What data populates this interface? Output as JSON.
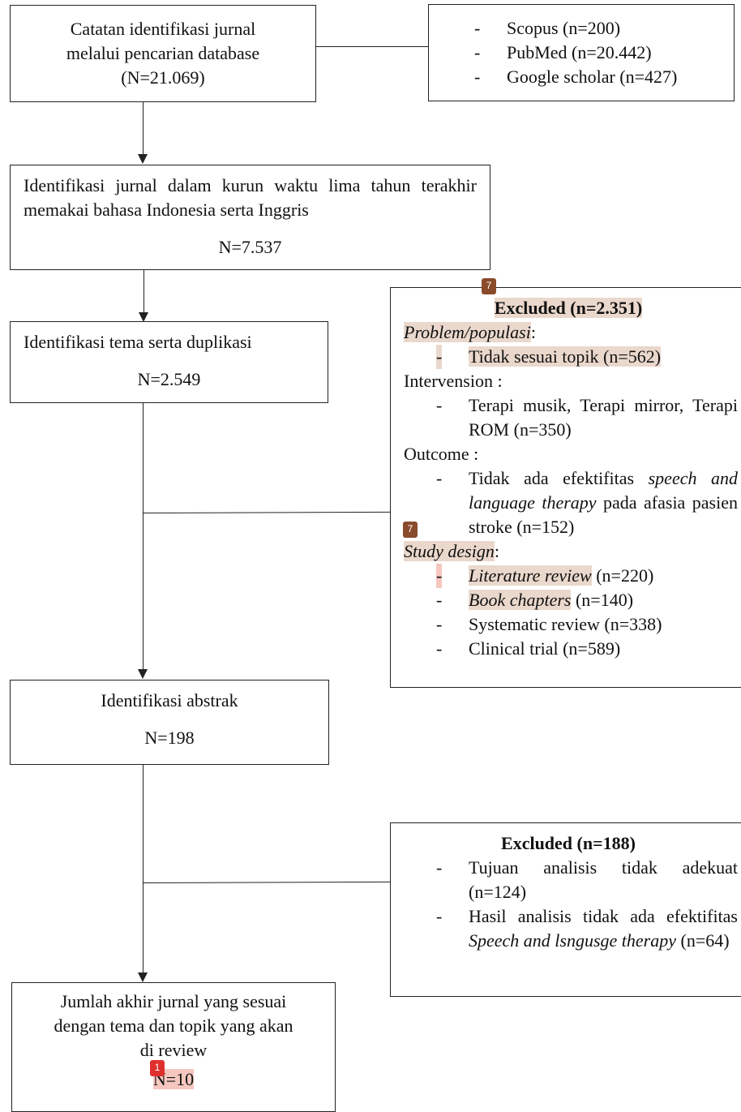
{
  "box1": {
    "line1": "Catatan identifikasi jurnal",
    "line2": "melalui pencarian database",
    "line3": "(N=21.069)"
  },
  "sources": [
    {
      "dash": "-",
      "label": "Scopus (n=200)"
    },
    {
      "dash": "-",
      "label": "PubMed (n=20.442)"
    },
    {
      "dash": "-",
      "label": "Google scholar (n=427)"
    }
  ],
  "box2": {
    "text": "Identifikasi jurnal dalam kurun waktu lima tahun terakhir memakai bahasa Indonesia serta Inggris",
    "count": "N=7.537"
  },
  "box3": {
    "text": "Identifikasi tema serta duplikasi",
    "count": "N=2.549"
  },
  "excluded1": {
    "title": "Excluded (n=2.351)",
    "problem_label": "Problem/populasi",
    "problem_colon": ":",
    "problem_item": "Tidak sesuai topik (n=562)",
    "intervention_label": "Intervension :",
    "intervention_item": "Terapi musik, Terapi mirror, Terapi ROM (n=350)",
    "outcome_label": "Outcome :",
    "outcome_pre": "Tidak ada efektifitas ",
    "outcome_em": "speech and language therapy",
    "outcome_post": " pada afasia pasien stroke (n=152)",
    "design_label": "Study design",
    "design_colon": ":",
    "design_items": [
      {
        "em": "Literature review",
        "rest": " (n=220)"
      },
      {
        "em": "Book chapters",
        "rest": " (n=140)"
      },
      {
        "em": "",
        "rest": "Systematic review (n=338)"
      },
      {
        "em": "",
        "rest": "Clinical trial (n=589)"
      }
    ]
  },
  "box4": {
    "text": "Identifikasi abstrak",
    "count": "N=198"
  },
  "excluded2": {
    "title": "Excluded (n=188)",
    "item1": "Tujuan analisis tidak adekuat (n=124)",
    "item2_pre": "Hasil analisis tidak ada efektifitas ",
    "item2_em": "Speech and lsngusge therapy",
    "item2_post": " (n=64)"
  },
  "box5": {
    "line1": "Jumlah akhir jurnal yang sesuai",
    "line2": "dengan tema dan topik yang akan",
    "line3": "di review",
    "count": "N=10"
  },
  "badges": {
    "b7a": "7",
    "b7b": "7",
    "b1": "1"
  },
  "dash": "-",
  "colors": {
    "highlight": "#ead8cc",
    "highlight_pink": "#f5c7bf",
    "badge_brown": "#8a4b2c",
    "badge_red": "#e0302c"
  }
}
